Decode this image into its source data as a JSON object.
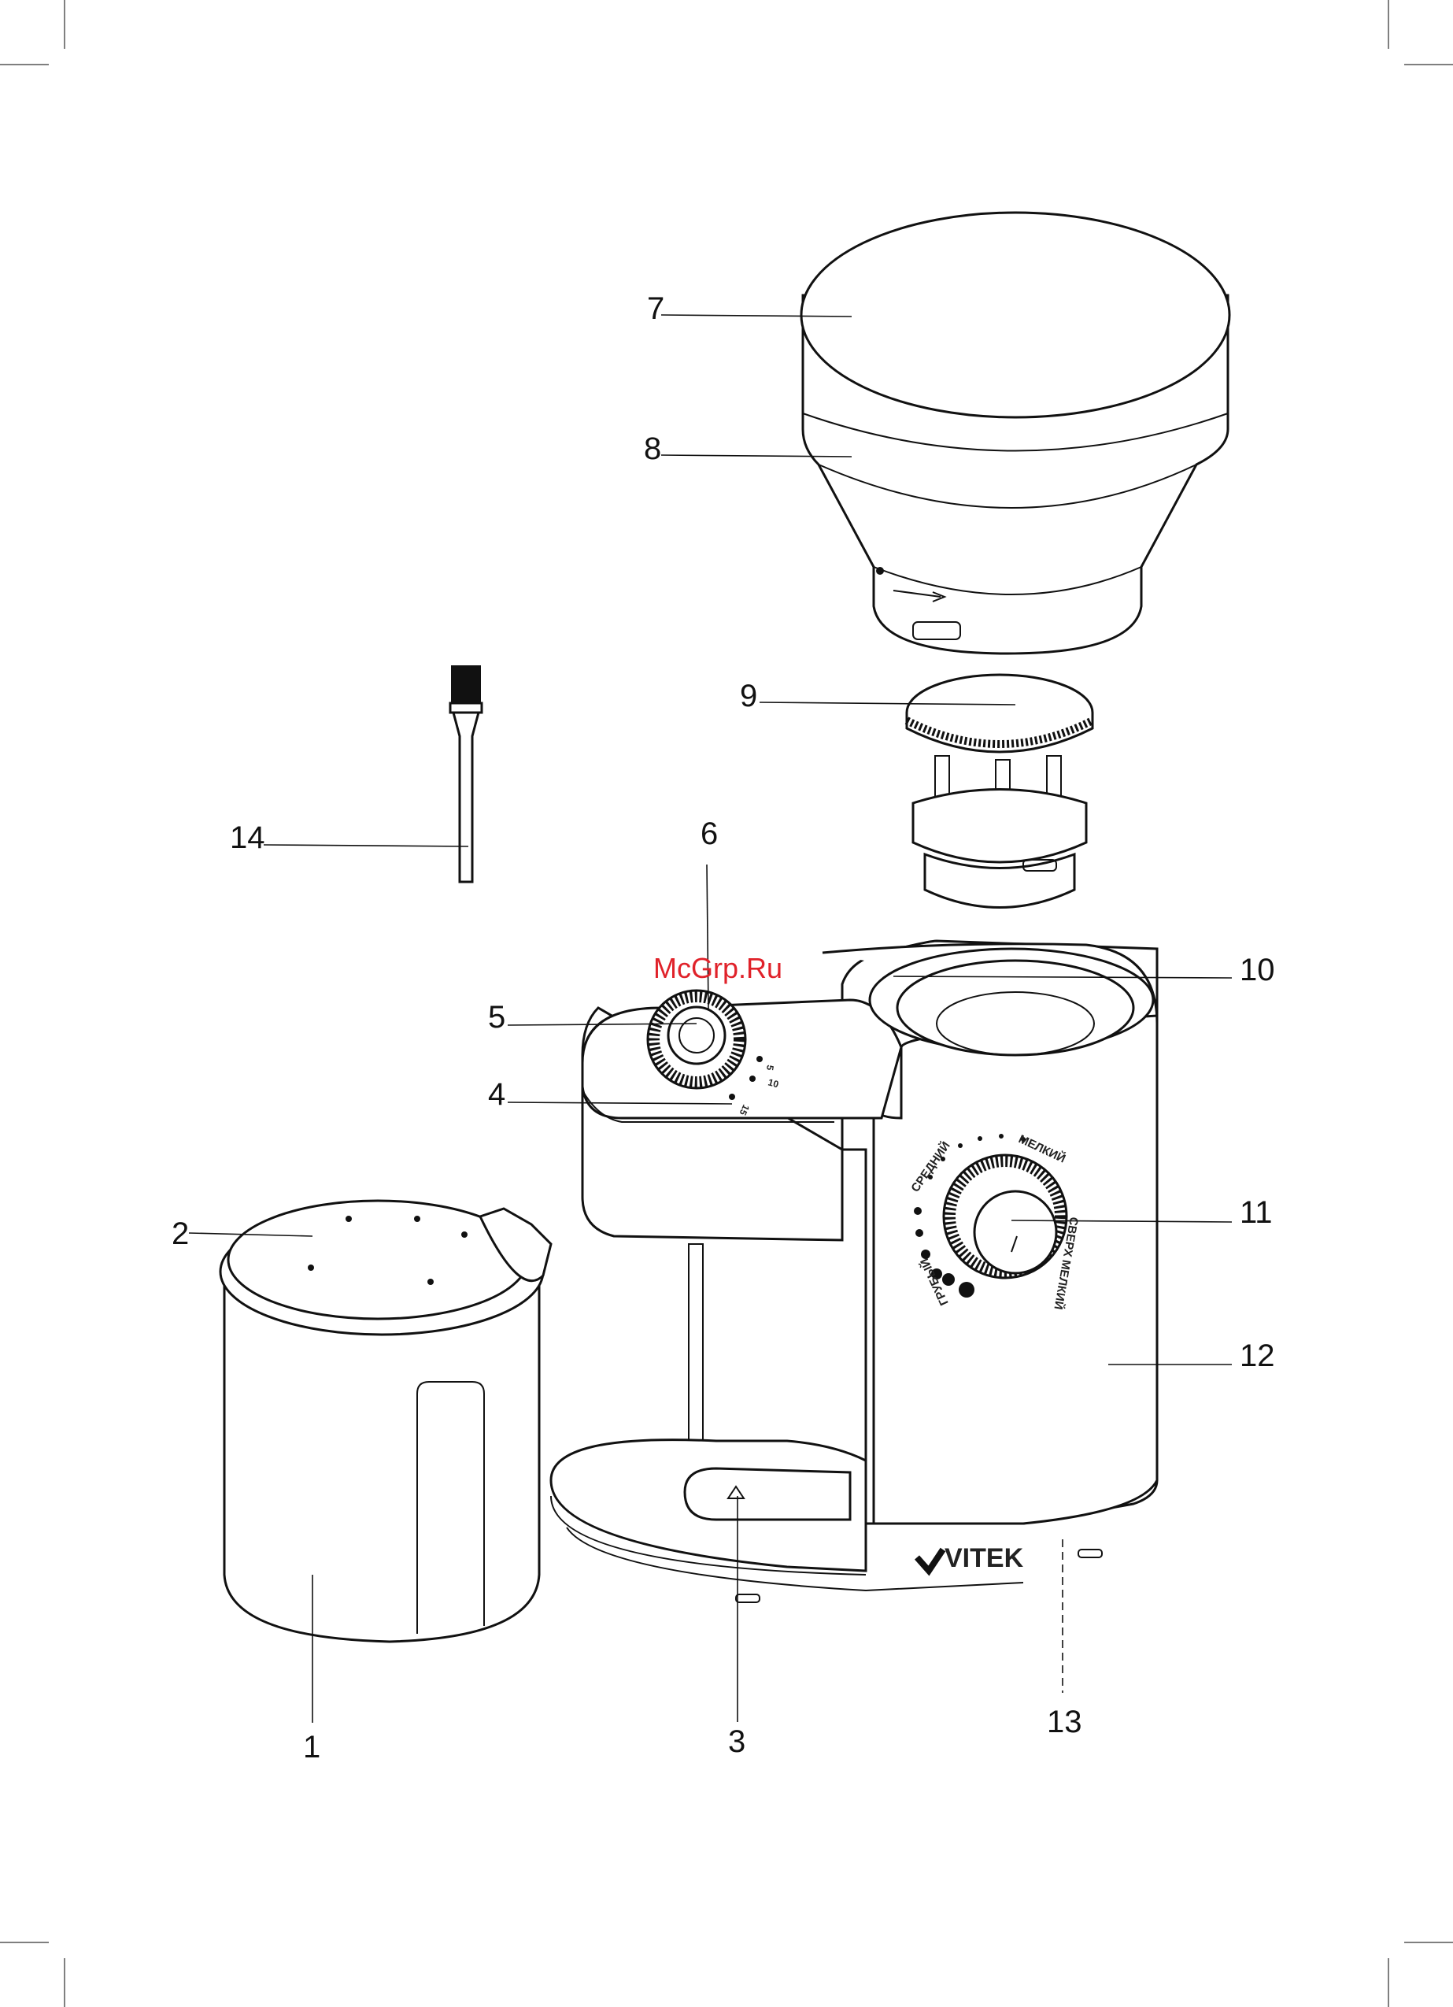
{
  "watermark": "McGrp.Ru",
  "brand": "VITEK",
  "dial": {
    "fine": "МЕЛКИЙ",
    "medium": "СРЕДНИЙ",
    "coarse": "ГРУБЫЙ",
    "extra_fine": "СВЕРХ МЕЛКИЙ"
  },
  "knob_marks": [
    "5",
    "10",
    "15"
  ],
  "callouts": [
    "1",
    "2",
    "3",
    "4",
    "5",
    "6",
    "7",
    "8",
    "9",
    "10",
    "11",
    "12",
    "13",
    "14"
  ]
}
